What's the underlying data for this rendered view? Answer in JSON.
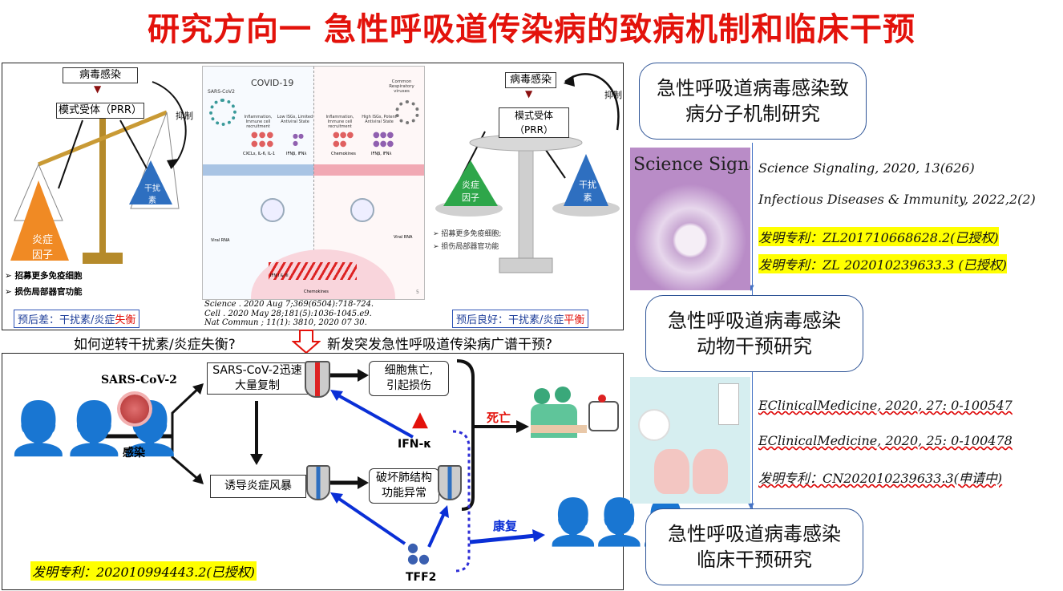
{
  "title": "研究方向一 急性呼吸道传染病的致病机制和临床干预",
  "top_panel": {
    "left": {
      "virus_box": "病毒感染",
      "prr_box": "模式受体（PRR）",
      "inhibit": "抑制",
      "inflammation": "炎症\n因子",
      "interferon": "干扰\n素",
      "bullets": [
        "招募更多免疫细胞",
        "损伤局部器官功能"
      ],
      "prognosis_prefix": "预后差：干扰素/炎症",
      "prognosis_suffix": "失衡"
    },
    "middle": {
      "title": "COVID-19",
      "sars": "SARS-CoV2",
      "common": "Common Respiratory viruses",
      "labels": [
        "Inflammation, Immune cell recruitment",
        "Low ISGs, Limited Antiviral State",
        "Inflammation, Immune cell recruitment",
        "High ISGs, Potent Antiviral State"
      ],
      "chem1": "CXCLs, IL-6, IL-1",
      "ifn1": "IFNβ, IFNλ",
      "chem2": "Chemokines",
      "ifn2": "IFNβ, IFNλ",
      "viral": "Viral RNA",
      "chemokines": "Chemokines",
      "ifn_genes": "IFN I & III",
      "page": "5",
      "refs": [
        "Science . 2020 Aug 7;369(6504):718-724.",
        "Cell . 2020 May 28;181(5):1036-1045.e9.",
        "Nat Commun ; 11(1): 3810, 2020 07 30."
      ]
    },
    "right": {
      "virus_box": "病毒感染",
      "prr_box": "模式受体（PRR）",
      "inhibit": "抑制",
      "inflammation": "炎症\n因子",
      "interferon": "干扰\n素",
      "bullets": [
        "招募更多免疫细胞;",
        "损伤局部器官功能"
      ],
      "prognosis_prefix": "预后良好：干扰素/炎症",
      "prognosis_suffix": "平衡"
    }
  },
  "questions": {
    "q1": "如何逆转干扰素/炎症失衡?",
    "q2": "新发突发急性呼吸道传染病广谱干预?"
  },
  "bottom_panel": {
    "virus": "SARS-CoV-2",
    "infect": "感染",
    "replicate": "SARS-CoV-2迅速\n大量复制",
    "storm": "诱导炎症风暴",
    "death_cause": "细胞焦亡,\n引起损伤",
    "lung": "破坏肺结构\n功能异常",
    "ifn_k": "IFN-κ",
    "tff2": "TFF2",
    "death": "死亡",
    "recover": "康复",
    "patent": "发明专利：202010994443.2(已授权)"
  },
  "right_column": {
    "stage1": "急性呼吸道病毒感染致病分子机制研究",
    "stage2": "急性呼吸道病毒感染动物干预研究",
    "stage3": "急性呼吸道病毒感染临床干预研究",
    "journal_cover": "Science Signaling",
    "cites1": [
      "Science Signaling, 2020, 13(626)",
      "Infectious Diseases & Immunity, 2022,2(2)"
    ],
    "patents1": [
      "发明专利：ZL201710668628.2(已授权)",
      "发明专利：ZL 202010239633.3 (已授权)"
    ],
    "cites2": [
      "EClinicalMedicine, 2020, 27: 0-100547",
      "EClinicalMedicine, 2020, 25: 0-100478"
    ],
    "patent2": "发明专利：CN202010239633.3(申请中)"
  },
  "colors": {
    "title": "#e3120b",
    "arrow": "#0a2fd6",
    "triangle_orange": "#f08a24",
    "triangle_blue": "#2e6fc0",
    "highlight": "#ffff00"
  }
}
